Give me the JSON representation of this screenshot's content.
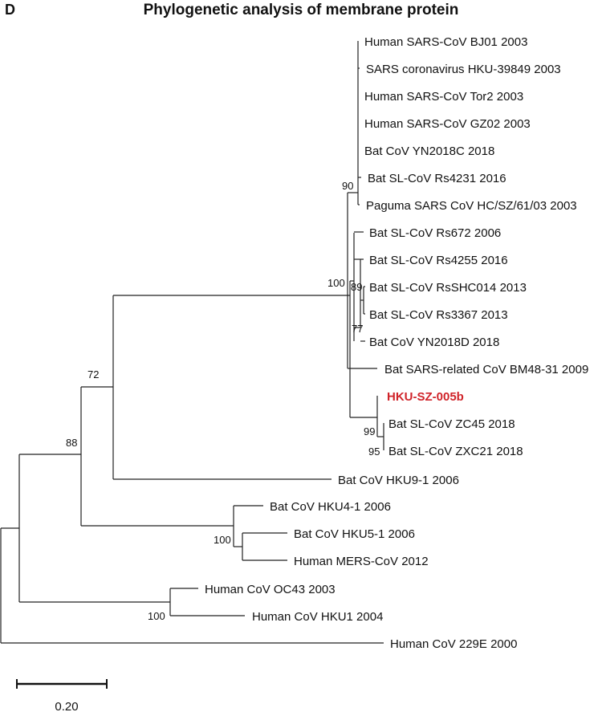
{
  "panel": {
    "letter": "D",
    "title": "Phylogenetic analysis of membrane protein"
  },
  "leaves": [
    "Human SARS-CoV BJ01 2003",
    "SARS coronavirus HKU-39849 2003",
    "Human SARS-CoV Tor2 2003",
    "Human SARS-CoV GZ02 2003",
    "Bat CoV YN2018C 2018",
    "Bat SL-CoV Rs4231 2016",
    "Paguma SARS CoV HC/SZ/61/03 2003",
    "Bat SL-CoV Rs672 2006",
    "Bat SL-CoV Rs4255 2016",
    "Bat SL-CoV RsSHC014 2013",
    "Bat SL-CoV Rs3367 2013",
    "Bat CoV YN2018D 2018",
    "Bat SARS-related CoV BM48-31 2009",
    "HKU-SZ-005b",
    "Bat SL-CoV ZC45 2018",
    "Bat SL-CoV ZXC21 2018",
    "Bat CoV HKU9-1 2006",
    "Bat CoV HKU4-1 2006",
    "Bat CoV HKU5-1 2006",
    "Human MERS-CoV 2012",
    "Human CoV OC43 2003",
    "Human CoV HKU1 2004",
    "Human CoV 229E 2000"
  ],
  "highlighted_leaf": "HKU-SZ-005b",
  "highlight_color": "#d0242a",
  "bootstrap": [
    "90",
    "100",
    "89",
    "77",
    "72",
    "99",
    "95",
    "88",
    "100",
    "100"
  ],
  "scale_bar": {
    "label": "0.20"
  }
}
